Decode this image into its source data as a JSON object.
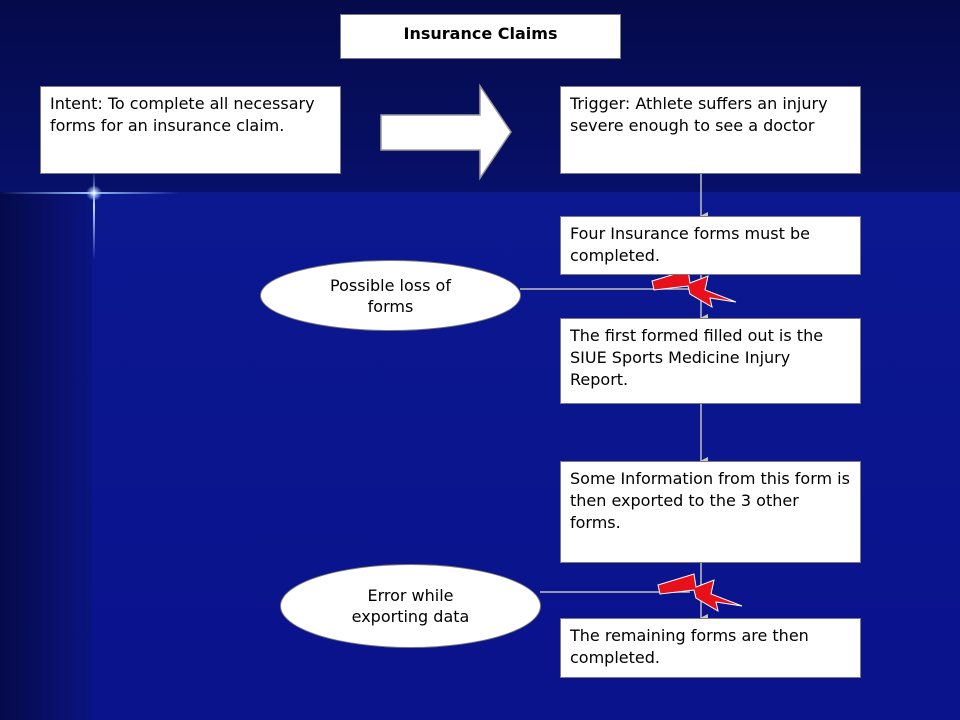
{
  "title": "Insurance Claims",
  "intent": "Intent: To complete all necessary forms for an insurance claim.",
  "trigger": "Trigger: Athlete suffers an injury severe enough to see a doctor",
  "steps": [
    "Four Insurance forms must be completed.",
    "The first formed filled out is the SIUE Sports Medicine Injury Report.",
    "Some Information from this form is then exported to the 3 other forms.",
    "The remaining forms are then completed."
  ],
  "risks": [
    "Possible loss of forms",
    "Error while exporting data"
  ],
  "colors": {
    "background": "#0a1078",
    "box": "#ffffff",
    "lightning": "#e8101a",
    "connector": "#c0c0c0"
  }
}
